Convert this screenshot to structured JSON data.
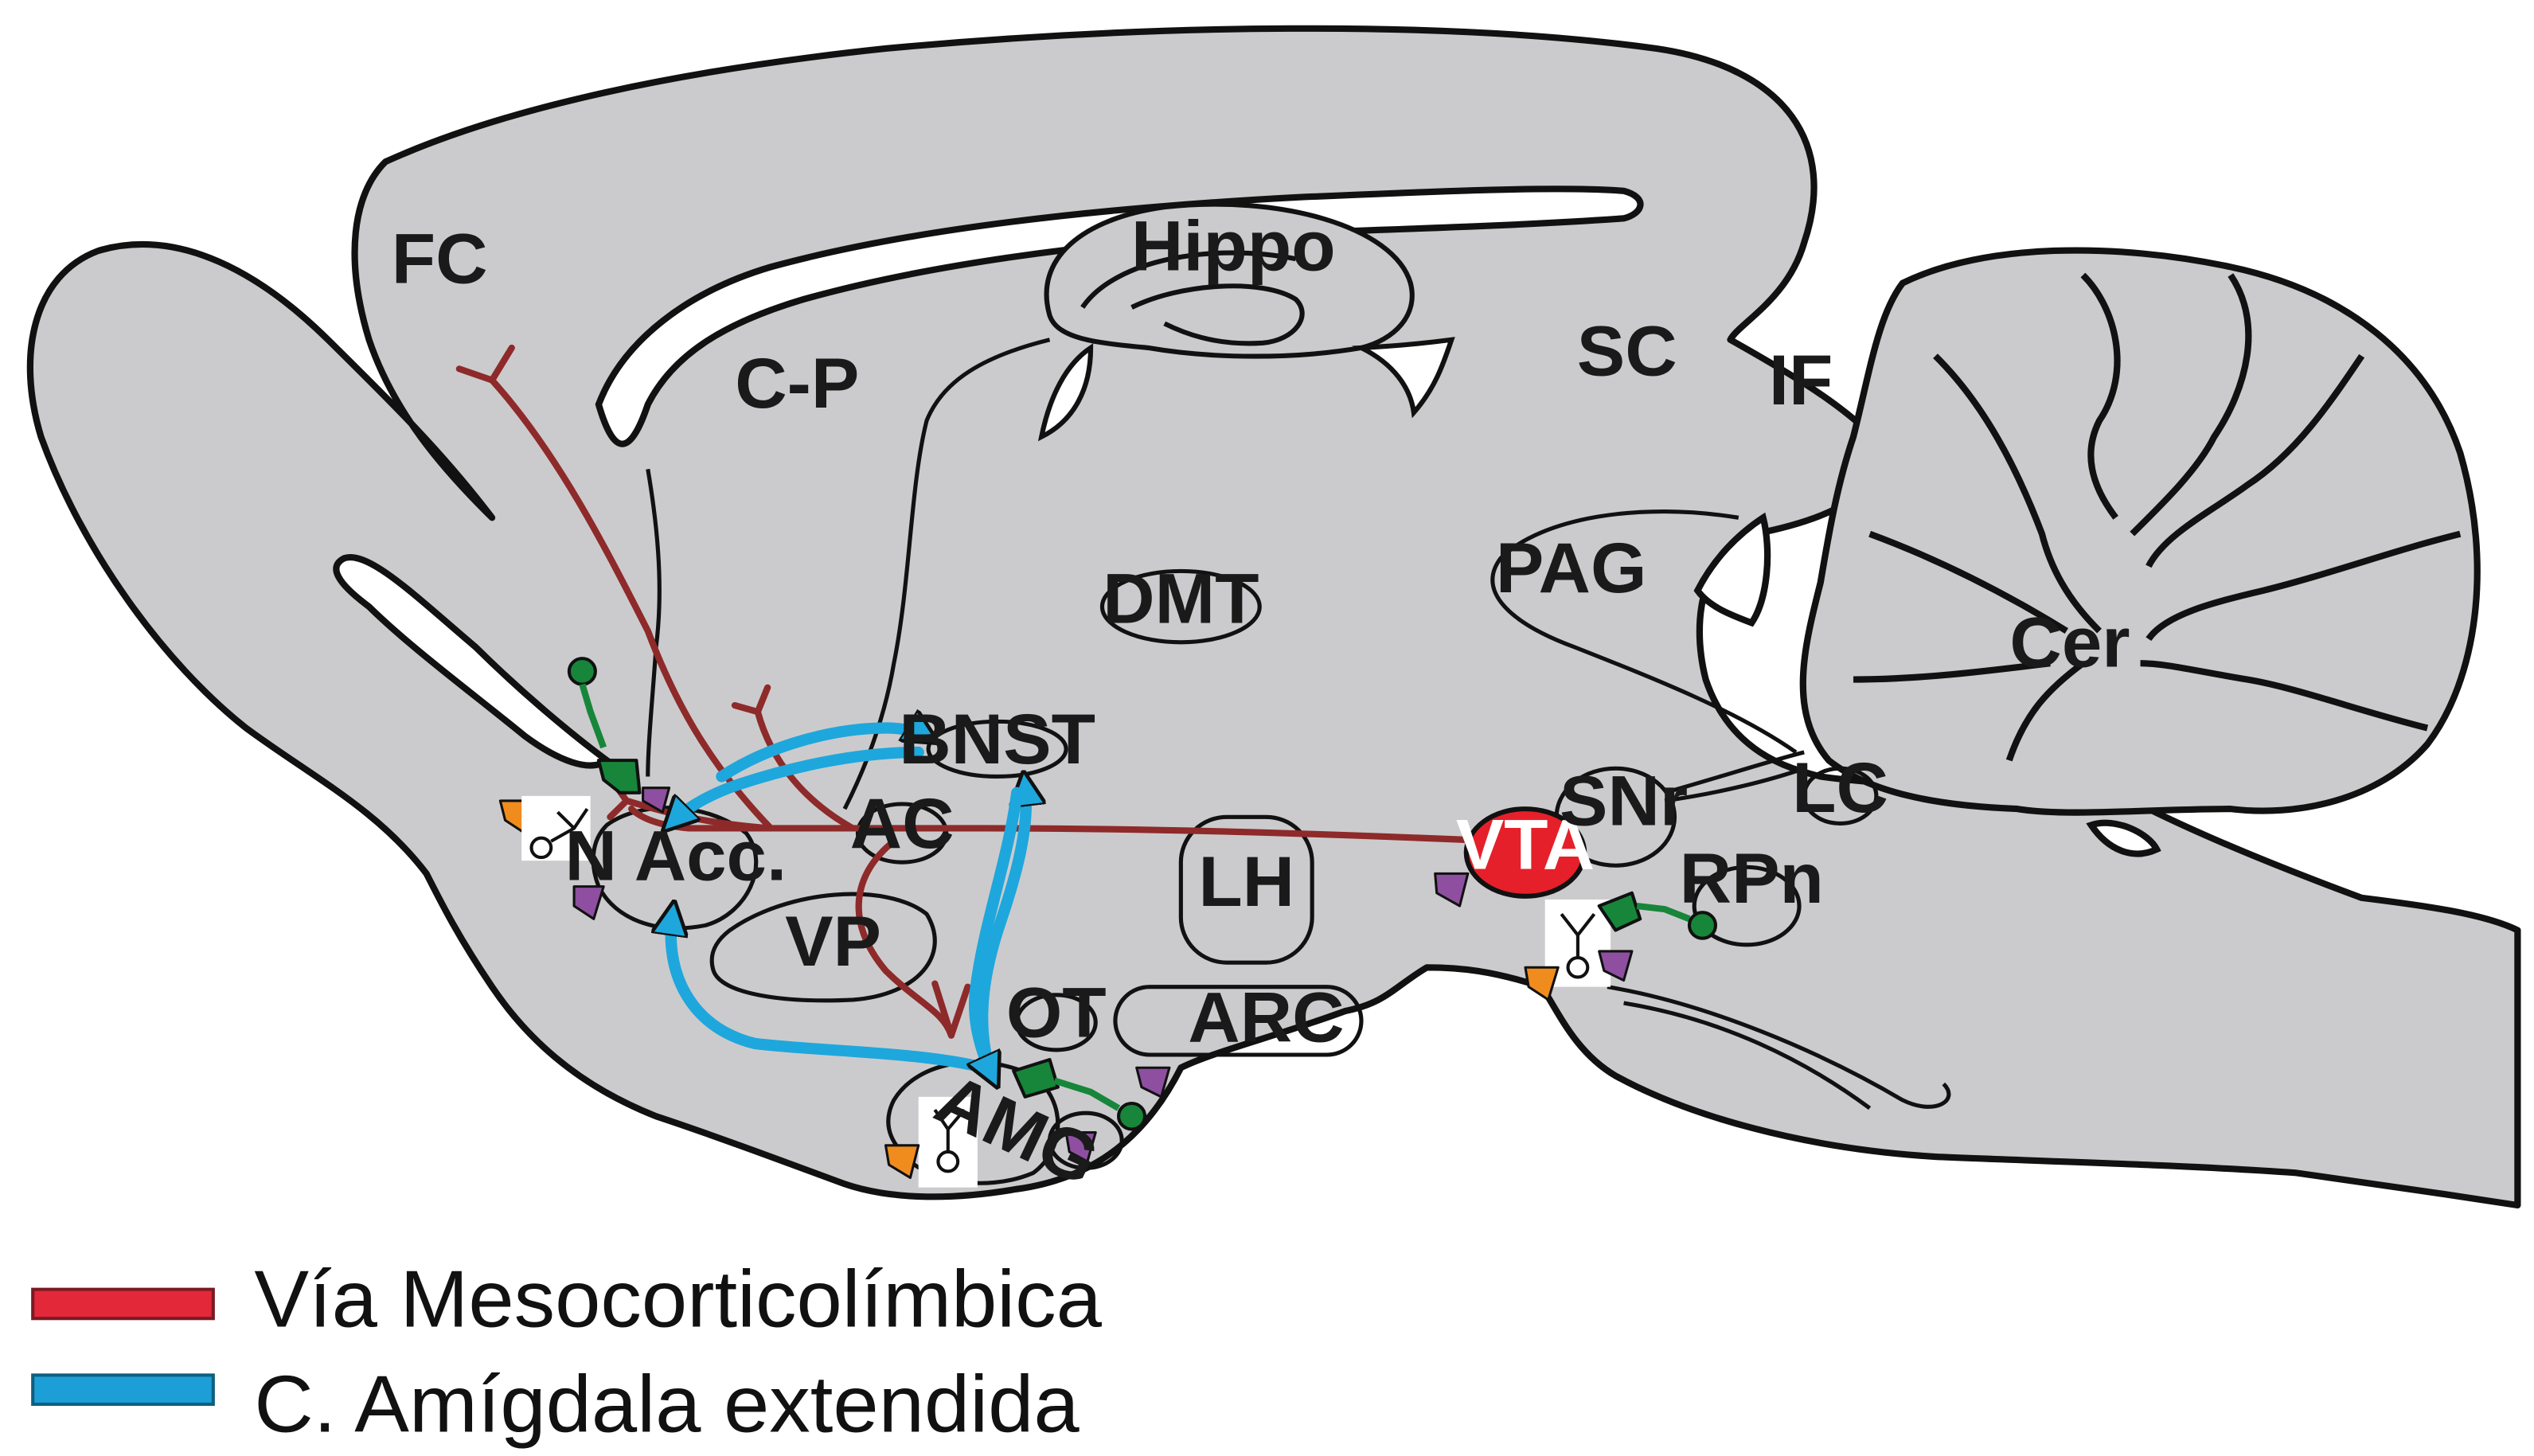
{
  "colors": {
    "brain_fill": "#cbcbcd",
    "outline": "#111111",
    "mesocorticolimbic": "#8e2a2a",
    "amygdala": "#1ea7dc",
    "vta": "#e5202a",
    "green_neuron": "#17863a",
    "purple_receptor": "#8e4fa0",
    "orange_receptor": "#f08c1e",
    "legend_red": "#e3283a",
    "legend_blue": "#1c9fd6"
  },
  "regions": {
    "fc": "FC",
    "cp": "C-P",
    "hippo": "Hippo",
    "sc": "SC",
    "if": "IF",
    "pag": "PAG",
    "dmt": "DMT",
    "cer": "Cer",
    "bnst": "BNST",
    "ac": "AC",
    "nacc": "N Acc.",
    "lh": "LH",
    "vta": "VTA",
    "snr": "SNr",
    "lc": "LC",
    "rpn": "RPn",
    "vp": "VP",
    "ot": "OT",
    "arc": "ARC",
    "amg": "AMG"
  },
  "legend": [
    {
      "label": "Vía Mesocorticolímbica",
      "color_key": "legend_red"
    },
    {
      "label": "C. Amígdala extendida",
      "color_key": "legend_blue"
    }
  ]
}
